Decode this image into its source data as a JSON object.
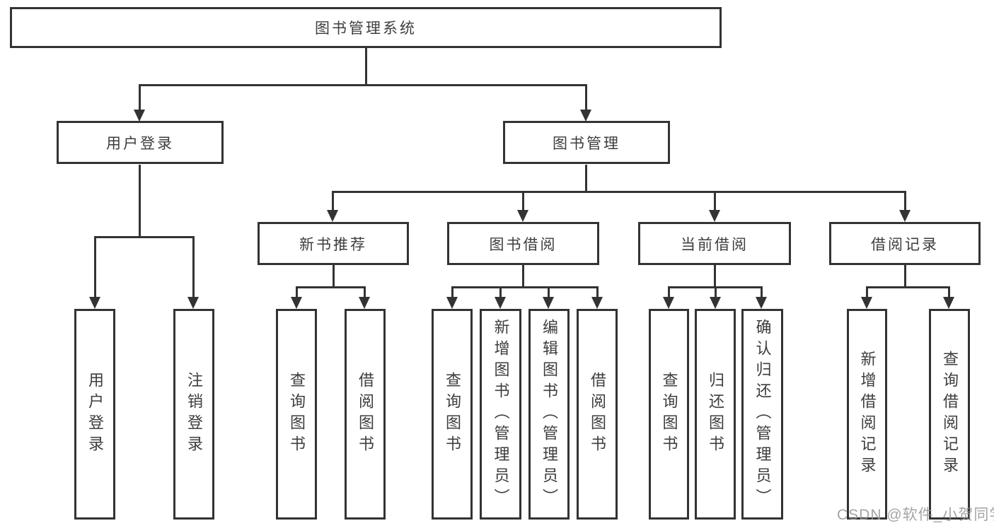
{
  "root": {
    "label": "图书管理系统"
  },
  "level2": [
    {
      "label": "用户登录"
    },
    {
      "label": "图书管理"
    }
  ],
  "level3": [
    {
      "label": "新书推荐"
    },
    {
      "label": "图书借阅"
    },
    {
      "label": "当前借阅"
    },
    {
      "label": "借阅记录"
    }
  ],
  "leaf_groups": [
    {
      "parent": "用户登录",
      "items": [
        {
          "label": "用户登录"
        },
        {
          "label": "注销登录"
        }
      ]
    },
    {
      "parent": "新书推荐",
      "items": [
        {
          "label": "查询图书"
        },
        {
          "label": "借阅图书"
        }
      ]
    },
    {
      "parent": "图书借阅",
      "items": [
        {
          "label": "查询图书"
        },
        {
          "label": "新增图书（管理员）"
        },
        {
          "label": "编辑图书（管理员）"
        },
        {
          "label": "借阅图书"
        }
      ]
    },
    {
      "parent": "当前借阅",
      "items": [
        {
          "label": "查询图书"
        },
        {
          "label": "归还图书"
        },
        {
          "label": "确认归还（管理员）"
        }
      ]
    },
    {
      "parent": "借阅记录",
      "items": [
        {
          "label": "新增借阅记录"
        },
        {
          "label": "查询借阅记录"
        }
      ]
    }
  ],
  "watermark": {
    "text": "CSDN @软件_小贺同学",
    "color": "#949494"
  },
  "colors": {
    "line": "#333333",
    "text": "#3d3d3d",
    "background": "#ffffff"
  }
}
